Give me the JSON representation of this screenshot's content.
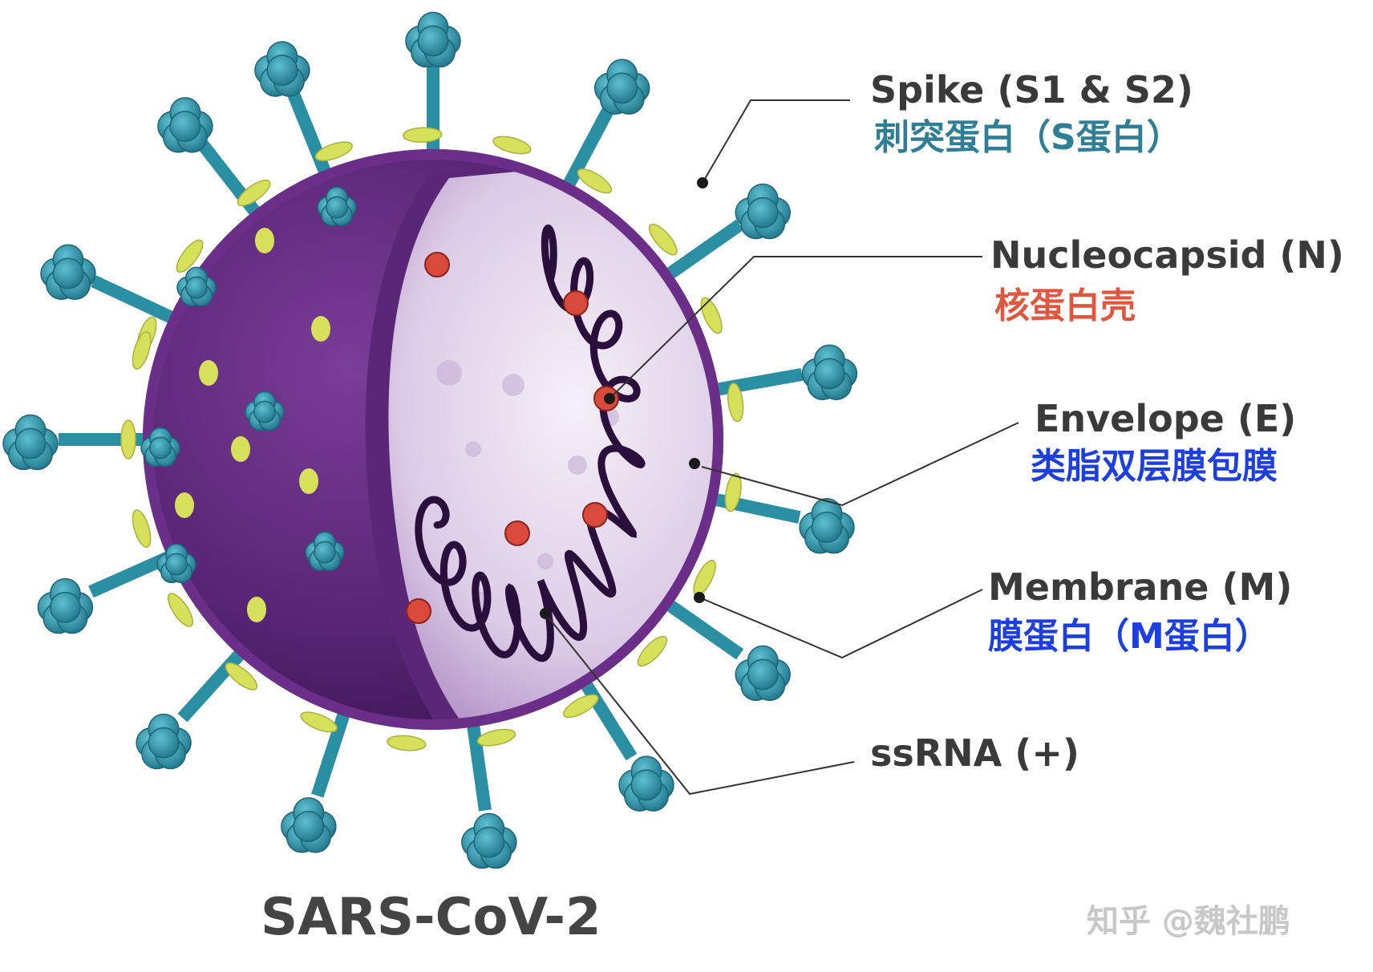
{
  "colors": {
    "teal": "#2b8fa3",
    "purple": "#5a2677",
    "interior": "#ece3f1",
    "yellow": "#d6e05a",
    "red": "#d94a3c",
    "cn_teal": "#2e7f95",
    "cn_red": "#e0573f",
    "cn_blue": "#1e3fe0"
  },
  "labels": {
    "spike": {
      "en": "Spike (S1 & S2)",
      "cn": "刺突蛋白（S蛋白）"
    },
    "nucleocapsid": {
      "en": "Nucleocapsid (N)",
      "cn": "核蛋白壳"
    },
    "envelope": {
      "en": "Envelope (E)",
      "cn": "类脂双层膜包膜"
    },
    "membrane": {
      "en": "Membrane (M)",
      "cn": "膜蛋白（M蛋白）"
    },
    "ssrna": {
      "en": "ssRNA (+)"
    }
  },
  "title": "SARS-CoV-2",
  "watermark": "知乎 @魏社鹏"
}
